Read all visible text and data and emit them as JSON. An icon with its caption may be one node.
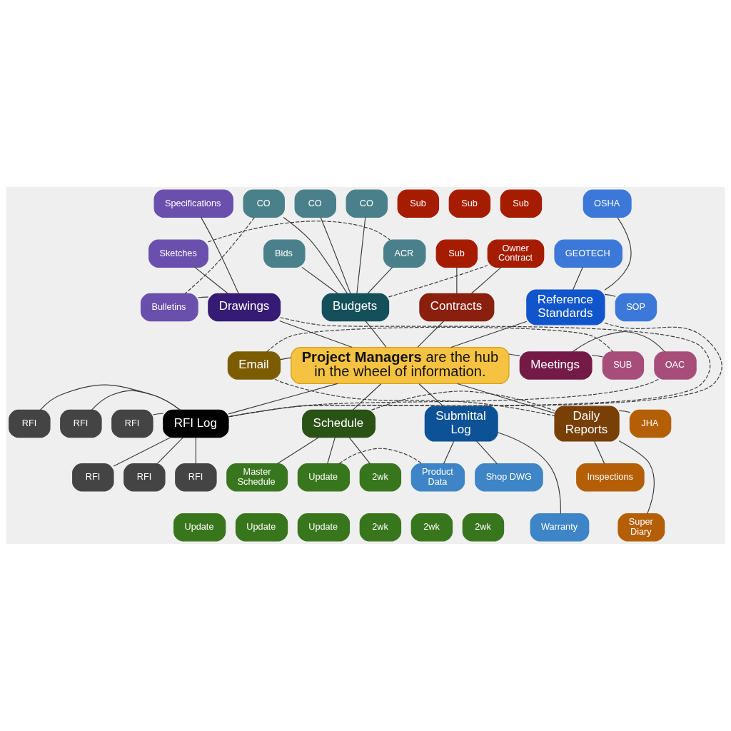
{
  "diagram": {
    "nodes": [
      {
        "text": [
          "**Project Managers** are the hub in the wheel of information."
        ]
      },
      {
        "text": [
          "Drawings"
        ]
      },
      {
        "text": [
          "Budgets"
        ]
      },
      {
        "text": [
          "Contracts"
        ]
      },
      {
        "text": [
          "Reference Standards"
        ]
      },
      {
        "text": [
          "Email"
        ]
      },
      {
        "text": [
          "Meetings"
        ]
      },
      {
        "text": [
          "RFI Log"
        ]
      },
      {
        "text": [
          "Schedule"
        ]
      },
      {
        "text": [
          "Submittal Log"
        ]
      },
      {
        "text": [
          "Daily Reports"
        ]
      },
      {
        "text": [
          "Specifications"
        ]
      },
      {
        "text": [
          "Sketches"
        ]
      },
      {
        "text": [
          "Bulletins"
        ]
      },
      {
        "text": [
          "CO"
        ]
      },
      {
        "text": [
          "CO"
        ]
      },
      {
        "text": [
          "CO"
        ]
      },
      {
        "text": [
          "Bids"
        ]
      },
      {
        "text": [
          "ACR"
        ]
      },
      {
        "text": [
          "Sub"
        ]
      },
      {
        "text": [
          "Sub"
        ]
      },
      {
        "text": [
          "Sub"
        ]
      },
      {
        "text": [
          "Sub"
        ]
      },
      {
        "text": [
          "Owner Contract"
        ]
      },
      {
        "text": [
          "OSHA"
        ]
      },
      {
        "text": [
          "GEOTECH"
        ]
      },
      {
        "text": [
          "SOP"
        ]
      },
      {
        "text": [
          "SUB"
        ]
      },
      {
        "text": [
          "OAC"
        ]
      },
      {
        "text": [
          "RFI"
        ]
      },
      {
        "text": [
          "RFI"
        ]
      },
      {
        "text": [
          "RFI"
        ]
      },
      {
        "text": [
          "RFI"
        ]
      },
      {
        "text": [
          "RFI"
        ]
      },
      {
        "text": [
          "RFI"
        ]
      },
      {
        "text": [
          "Master Schedule"
        ]
      },
      {
        "text": [
          "Update"
        ]
      },
      {
        "text": [
          "Update"
        ]
      },
      {
        "text": [
          "Update"
        ]
      },
      {
        "text": [
          "Update"
        ]
      },
      {
        "text": [
          "2wk"
        ]
      },
      {
        "text": [
          "2wk"
        ]
      },
      {
        "text": [
          "2wk"
        ]
      },
      {
        "text": [
          "2wk"
        ]
      },
      {
        "text": [
          "Product Data"
        ]
      },
      {
        "text": [
          "Shop DWG"
        ]
      },
      {
        "text": [
          "Warranty"
        ]
      },
      {
        "text": [
          "JHA"
        ]
      },
      {
        "text": [
          "Inspections"
        ]
      },
      {
        "text": [
          "Super Diary"
        ]
      }
    ],
    "edges": [
      {
        "from": 1,
        "to": 0,
        "arrow": "none"
      },
      {
        "from": 2,
        "to": 0,
        "arrow": "none"
      },
      {
        "from": 3,
        "to": 0,
        "arrow": "none"
      },
      {
        "from": 4,
        "to": 0,
        "arrow": "none"
      },
      {
        "from": 5,
        "to": 0,
        "arrow": "none"
      },
      {
        "from": 0,
        "to": 6,
        "arrow": "none"
      },
      {
        "from": 0,
        "to": 7,
        "arrow": "none"
      },
      {
        "from": 0,
        "to": 8,
        "arrow": "none"
      },
      {
        "from": 0,
        "to": 9,
        "arrow": "none"
      },
      {
        "from": 0,
        "to": 10,
        "arrow": "none"
      },
      {
        "from": 11,
        "to": 1,
        "arrow": "none"
      },
      {
        "from": 12,
        "to": 1,
        "arrow": "none"
      },
      {
        "from": 13,
        "to": 1,
        "arrow": "none"
      },
      {
        "from": 14,
        "to": 2,
        "arrow": "none"
      },
      {
        "from": 15,
        "to": 2,
        "arrow": "none"
      },
      {
        "from": 16,
        "to": 2,
        "arrow": "none"
      },
      {
        "from": 17,
        "to": 2,
        "arrow": "none"
      },
      {
        "from": 18,
        "to": 2,
        "arrow": "none"
      },
      {
        "from": 22,
        "to": 3,
        "arrow": "none"
      },
      {
        "from": 23,
        "to": 3,
        "arrow": "none"
      },
      {
        "from": 24,
        "to": 4,
        "arrow": "none"
      },
      {
        "from": 25,
        "to": 4,
        "arrow": "none"
      },
      {
        "from": 4,
        "to": 26,
        "arrow": "none"
      },
      {
        "from": 6,
        "to": 27,
        "arrow": "none"
      },
      {
        "from": 6,
        "to": 28,
        "arrow": "none"
      },
      {
        "from": 29,
        "to": 7,
        "arrow": "none"
      },
      {
        "from": 30,
        "to": 7,
        "arrow": "none"
      },
      {
        "from": 31,
        "to": 7,
        "arrow": "none"
      },
      {
        "from": 7,
        "to": 32,
        "arrow": "none"
      },
      {
        "from": 7,
        "to": 33,
        "arrow": "none"
      },
      {
        "from": 7,
        "to": 34,
        "arrow": "none"
      },
      {
        "from": 8,
        "to": 35,
        "arrow": "none"
      },
      {
        "from": 8,
        "to": 36,
        "arrow": "none"
      },
      {
        "from": 8,
        "to": 40,
        "arrow": "none"
      },
      {
        "from": 9,
        "to": 44,
        "arrow": "none"
      },
      {
        "from": 9,
        "to": 45,
        "arrow": "none"
      },
      {
        "from": 9,
        "to": 46,
        "arrow": "none"
      },
      {
        "from": 10,
        "to": 47,
        "arrow": "none"
      },
      {
        "from": 10,
        "to": 48,
        "arrow": "none"
      },
      {
        "from": 10,
        "to": 49,
        "arrow": "none"
      },
      {
        "from": 14,
        "to": 13,
        "arrow": "none",
        "style": "dashed"
      },
      {
        "from": 12,
        "to": 18,
        "arrow": "none",
        "style": "dashed"
      },
      {
        "from": 2,
        "to": 23,
        "arrow": "none",
        "style": "dashed"
      },
      {
        "from": 1,
        "to": 7,
        "arrow": "none",
        "style": "dashed"
      },
      {
        "from": 4,
        "to": 7,
        "arrow": "none",
        "style": "dashed"
      },
      {
        "from": 5,
        "to": 27,
        "arrow": "none",
        "style": "dashed"
      },
      {
        "from": 5,
        "to": 10,
        "arrow": "none",
        "style": "dashed"
      },
      {
        "from": 28,
        "to": 7,
        "arrow": "none",
        "style": "dashed"
      },
      {
        "from": 8,
        "to": 10,
        "arrow": "none",
        "style": "dashed"
      },
      {
        "from": 36,
        "to": 44,
        "arrow": "none",
        "style": "dashed"
      }
    ]
  }
}
